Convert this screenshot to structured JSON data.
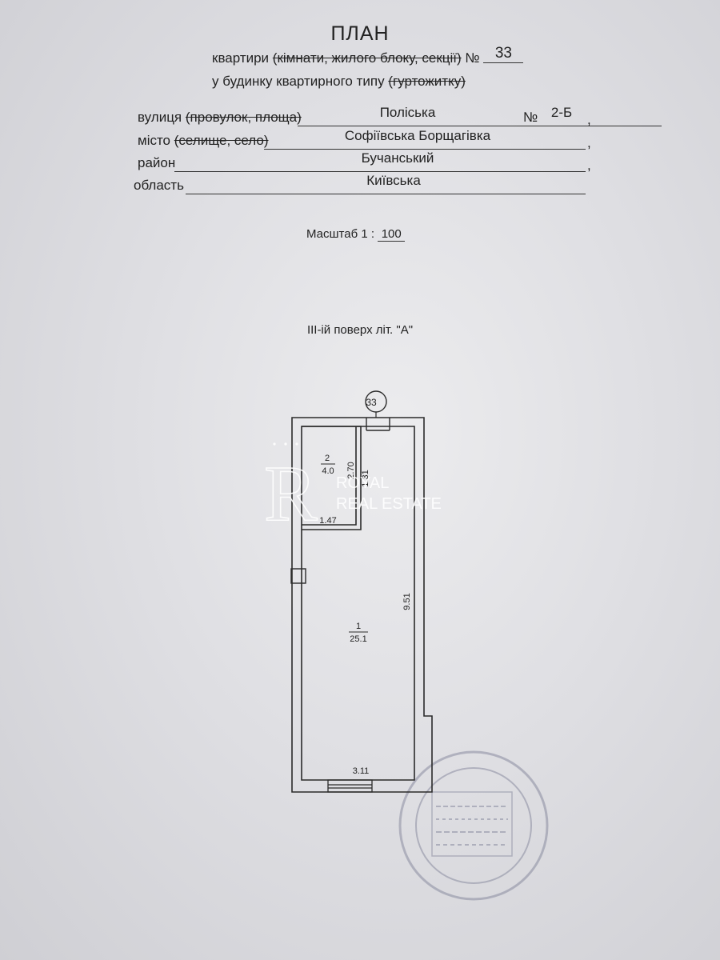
{
  "header": {
    "title": "ПЛАН",
    "line1_prefix": "квартири",
    "line1_strike": "(кімнати, жилого блоку, секції)",
    "line1_no": "№",
    "apartment_number": "33",
    "line2_prefix": "у будинку квартирного типу",
    "line2_strike": "(гуртожитку)"
  },
  "address": {
    "street_label": "вулиця",
    "street_strike": "(провулок, площа)",
    "street_value": "Поліська",
    "house_no_label": "№",
    "house_no_value": "2-Б",
    "city_label": "місто",
    "city_strike": "(селище, село)",
    "city_value": "Софіївська Борщагівка",
    "district_label": "район",
    "district_value": "Бучанський",
    "region_label": "область",
    "region_value": "Київська",
    "comma": ","
  },
  "scale": {
    "label": "Масштаб",
    "ratio_prefix": "1 :",
    "ratio_value": "100"
  },
  "floor_label": "ІІІ-ій поверх літ. \"А\"",
  "plan": {
    "apartment_badge": "33",
    "room2_number": "2",
    "room2_area": "4.0",
    "room2_dim_width": "1.47",
    "room2_dim_height": "2.70",
    "corridor_dim": "1.31",
    "room1_number": "1",
    "room1_area": "25.1",
    "room1_dim_height": "9.51",
    "room1_dim_width": "3.11"
  },
  "watermark": {
    "line1": "ROYAL",
    "line2": "REAL ESTATE"
  },
  "colors": {
    "paper": "#e4e4e8",
    "ink": "#222222",
    "watermark": "#ffffff",
    "stamp": "#7d7f94"
  }
}
